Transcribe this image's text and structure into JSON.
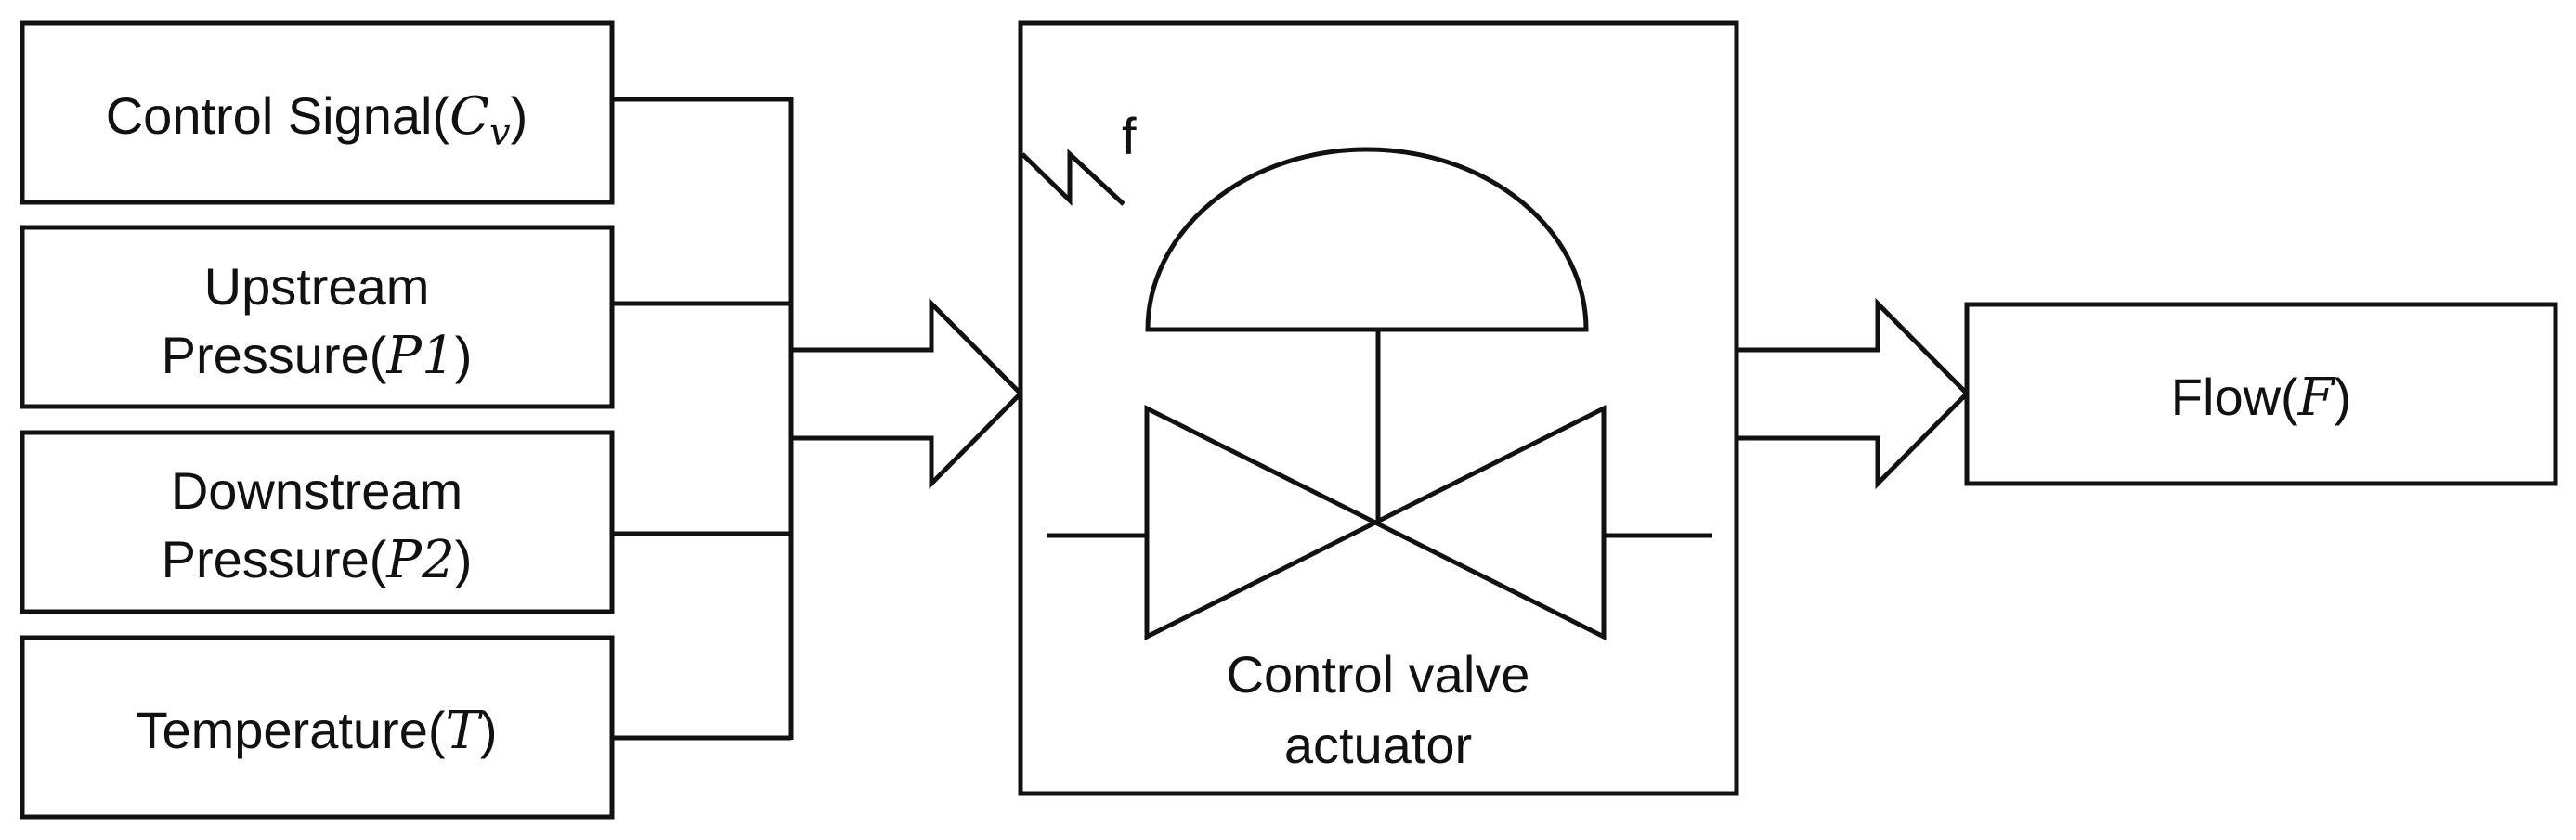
{
  "inputs": [
    {
      "label": "Control Signal(",
      "var": "C",
      "sub": "v",
      "close": ")"
    },
    {
      "line1": "Upstream",
      "label": "Pressure(",
      "var": "P",
      "num": "1",
      "close": ")"
    },
    {
      "line1": "Downstream",
      "label": "Pressure(",
      "var": "P",
      "num": "2",
      "close": ")"
    },
    {
      "label": "Temperature(",
      "var": "T",
      "close": ")"
    }
  ],
  "actuator": {
    "fault_label": "f",
    "caption_line1": "Control valve",
    "caption_line2": "actuator"
  },
  "output": {
    "label": "Flow(",
    "var": "F",
    "close": ")"
  }
}
